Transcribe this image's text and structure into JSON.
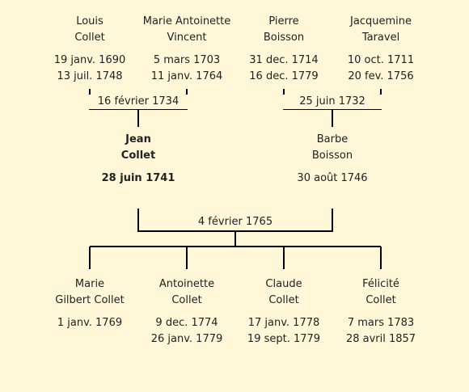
{
  "grandparents": [
    {
      "first": "Louis",
      "last": "Collet",
      "birth": "19 janv. 1690",
      "death": "13 juil. 1748"
    },
    {
      "first": "Marie Antoinette",
      "last": "Vincent",
      "birth": "5 mars 1703",
      "death": "11 janv. 1764"
    },
    {
      "first": "Pierre",
      "last": "Boisson",
      "birth": "31 dec. 1714",
      "death": "16 dec. 1779"
    },
    {
      "first": "Jacquemine",
      "last": "Taravel",
      "birth": "10 oct. 1711",
      "death": "20 fev. 1756"
    }
  ],
  "parent_marriages": {
    "paternal": "16 février 1734",
    "maternal": "25 juin 1732"
  },
  "parents": {
    "father": {
      "first": "Jean",
      "last": "Collet",
      "birth": "28 juin 1741"
    },
    "mother": {
      "first": "Barbe",
      "last": "Boisson",
      "birth": "30 août 1746"
    }
  },
  "marriage": "4 février 1765",
  "children": [
    {
      "first": "Marie",
      "last": "Gilbert Collet",
      "birth": "1 janv. 1769",
      "death": ""
    },
    {
      "first": "Antoinette",
      "last": "Collet",
      "birth": "9 dec. 1774",
      "death": "26 janv. 1779"
    },
    {
      "first": "Claude",
      "last": "Collet",
      "birth": "17 janv. 1778",
      "death": "19 sept. 1779"
    },
    {
      "first": "Félicité",
      "last": "Collet",
      "birth": "7 mars 1783",
      "death": "28 avril 1857"
    }
  ],
  "colors": {
    "background": "#fff7d8",
    "lines": "#000000",
    "text": "#222222"
  }
}
